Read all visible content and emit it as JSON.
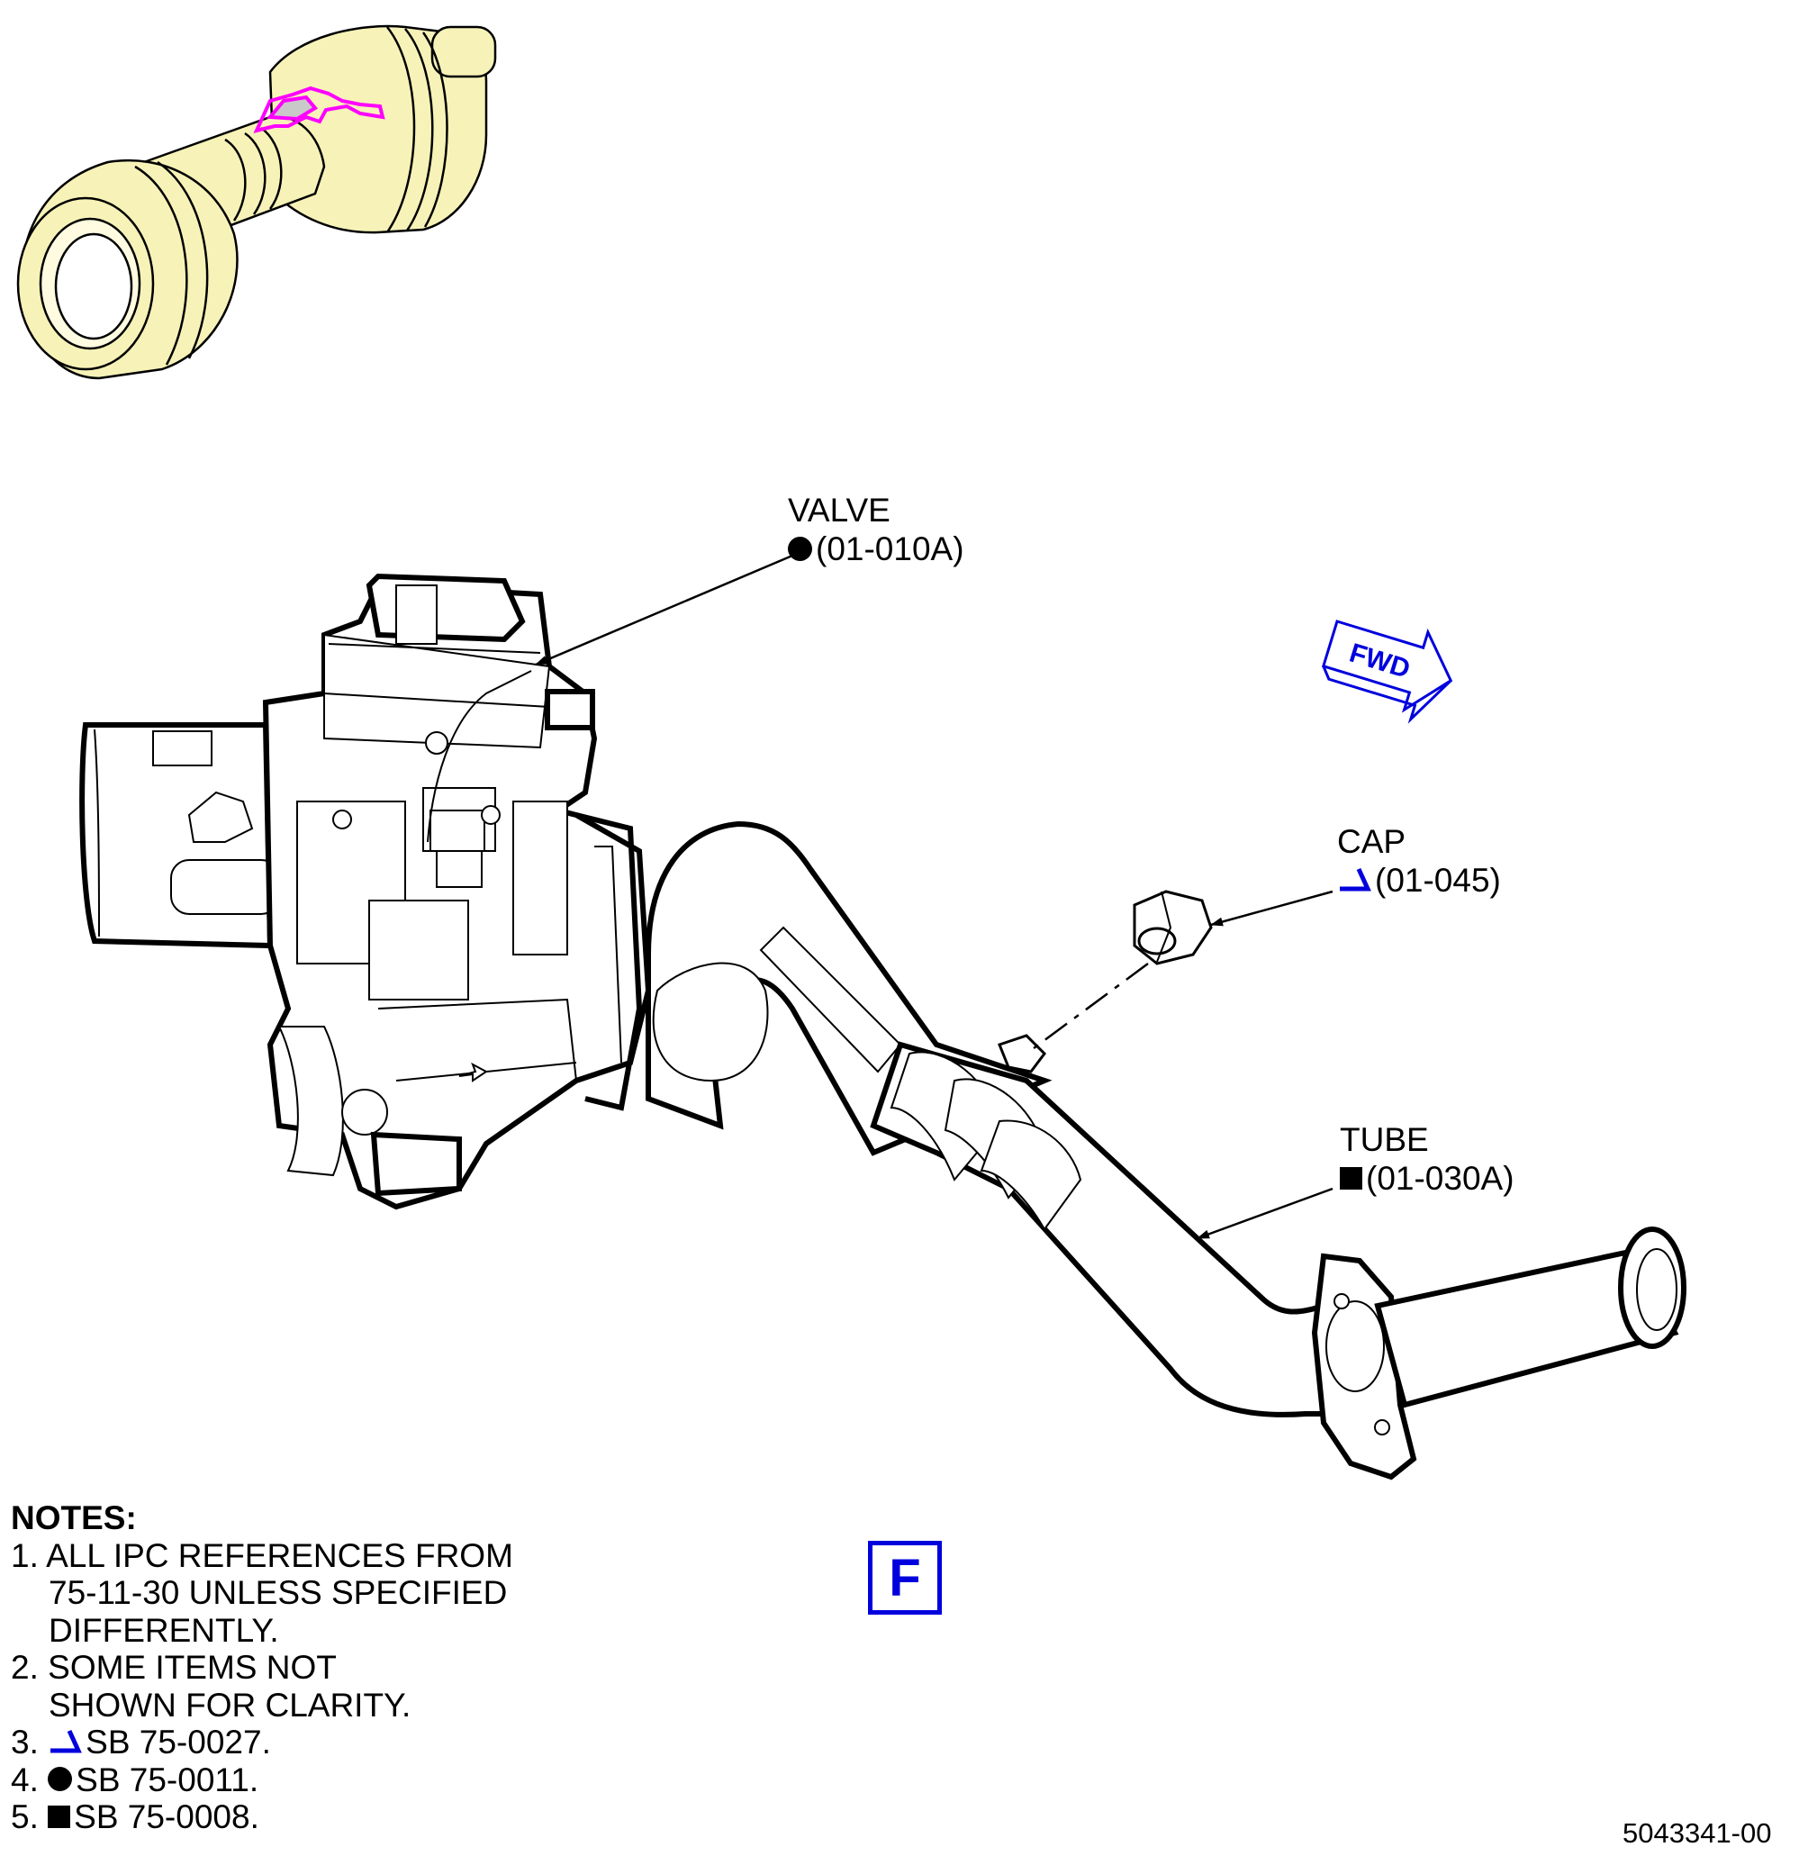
{
  "callouts": {
    "valve": {
      "name": "VALVE",
      "ref": "(01-010A)",
      "symbol": "circle"
    },
    "cap": {
      "name": "CAP",
      "ref": "(01-045)",
      "symbol": "blue-check-arrow"
    },
    "tube": {
      "name": "TUBE",
      "ref": "(01-030A)",
      "symbol": "square"
    }
  },
  "fwd_arrow": {
    "label": "FWD"
  },
  "notes": {
    "title": "NOTES:",
    "items": [
      {
        "num": "1.",
        "lines": [
          "ALL IPC REFERENCES FROM",
          "75-11-30 UNLESS SPECIFIED",
          "DIFFERENTLY."
        ]
      },
      {
        "num": "2.",
        "lines": [
          "SOME ITEMS NOT",
          "SHOWN FOR CLARITY."
        ]
      },
      {
        "num": "3.",
        "symbol": "blue-check-arrow",
        "lines": [
          "SB 75-0027."
        ]
      },
      {
        "num": "4.",
        "symbol": "circle",
        "lines": [
          "SB 75-0011."
        ]
      },
      {
        "num": "5.",
        "symbol": "square",
        "lines": [
          "SB 75-0008."
        ]
      }
    ]
  },
  "view_label": "F",
  "drawing_number": "5043341-00",
  "colors": {
    "highlight": "#ff00ff",
    "engine_fill": "#f7f3b8",
    "blue": "#0000dd"
  }
}
